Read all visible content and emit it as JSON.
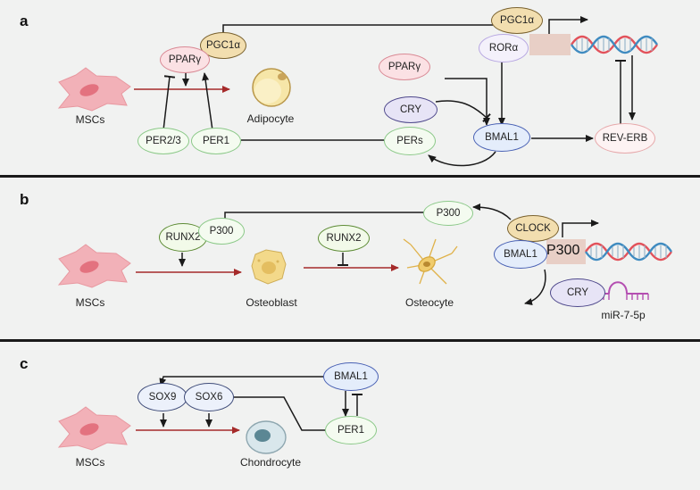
{
  "panels": {
    "a": {
      "letter": "a"
    },
    "b": {
      "letter": "b"
    },
    "c": {
      "letter": "c"
    }
  },
  "labels": {
    "mscs_a": "MSCs",
    "adipocyte": "Adipocyte",
    "mscs_b": "MSCs",
    "osteoblast": "Osteoblast",
    "osteocyte": "Osteocyte",
    "mir": "miR-7-5p",
    "mscs_c": "MSCs",
    "chondrocyte": "Chondrocyte"
  },
  "nodes": {
    "pparg_a": "PPARγ",
    "pgc1a_a": "PGC1α",
    "per23": "PER2/3",
    "per1_a": "PER1",
    "pgc1a_top": "PGC1α",
    "rora": "RORα",
    "pparg_mid": "PPARγ",
    "cry_a": "CRY",
    "pers": "PERs",
    "bmal1_a": "BMAL1",
    "reverb": "REV-ERB",
    "runx2_b1": "RUNX2",
    "p300_b1": "P300",
    "runx2_b2": "RUNX2",
    "p300_b2": "P300",
    "clock": "CLOCK",
    "bmal1_b": "BMAL1",
    "p300_box": "P300",
    "cry_b": "CRY",
    "sox9": "SOX9",
    "sox6": "SOX6",
    "bmal1_c": "BMAL1",
    "per1_c": "PER1"
  },
  "colors": {
    "background": "#f1f2f1",
    "divider": "#1a1a1a",
    "red_arrow": "#a52a2a",
    "dna_red": "#e2525b",
    "dna_blue": "#3f8bc0",
    "mirna": "#b44fb1",
    "msc_cell": "#f2b1b8"
  }
}
